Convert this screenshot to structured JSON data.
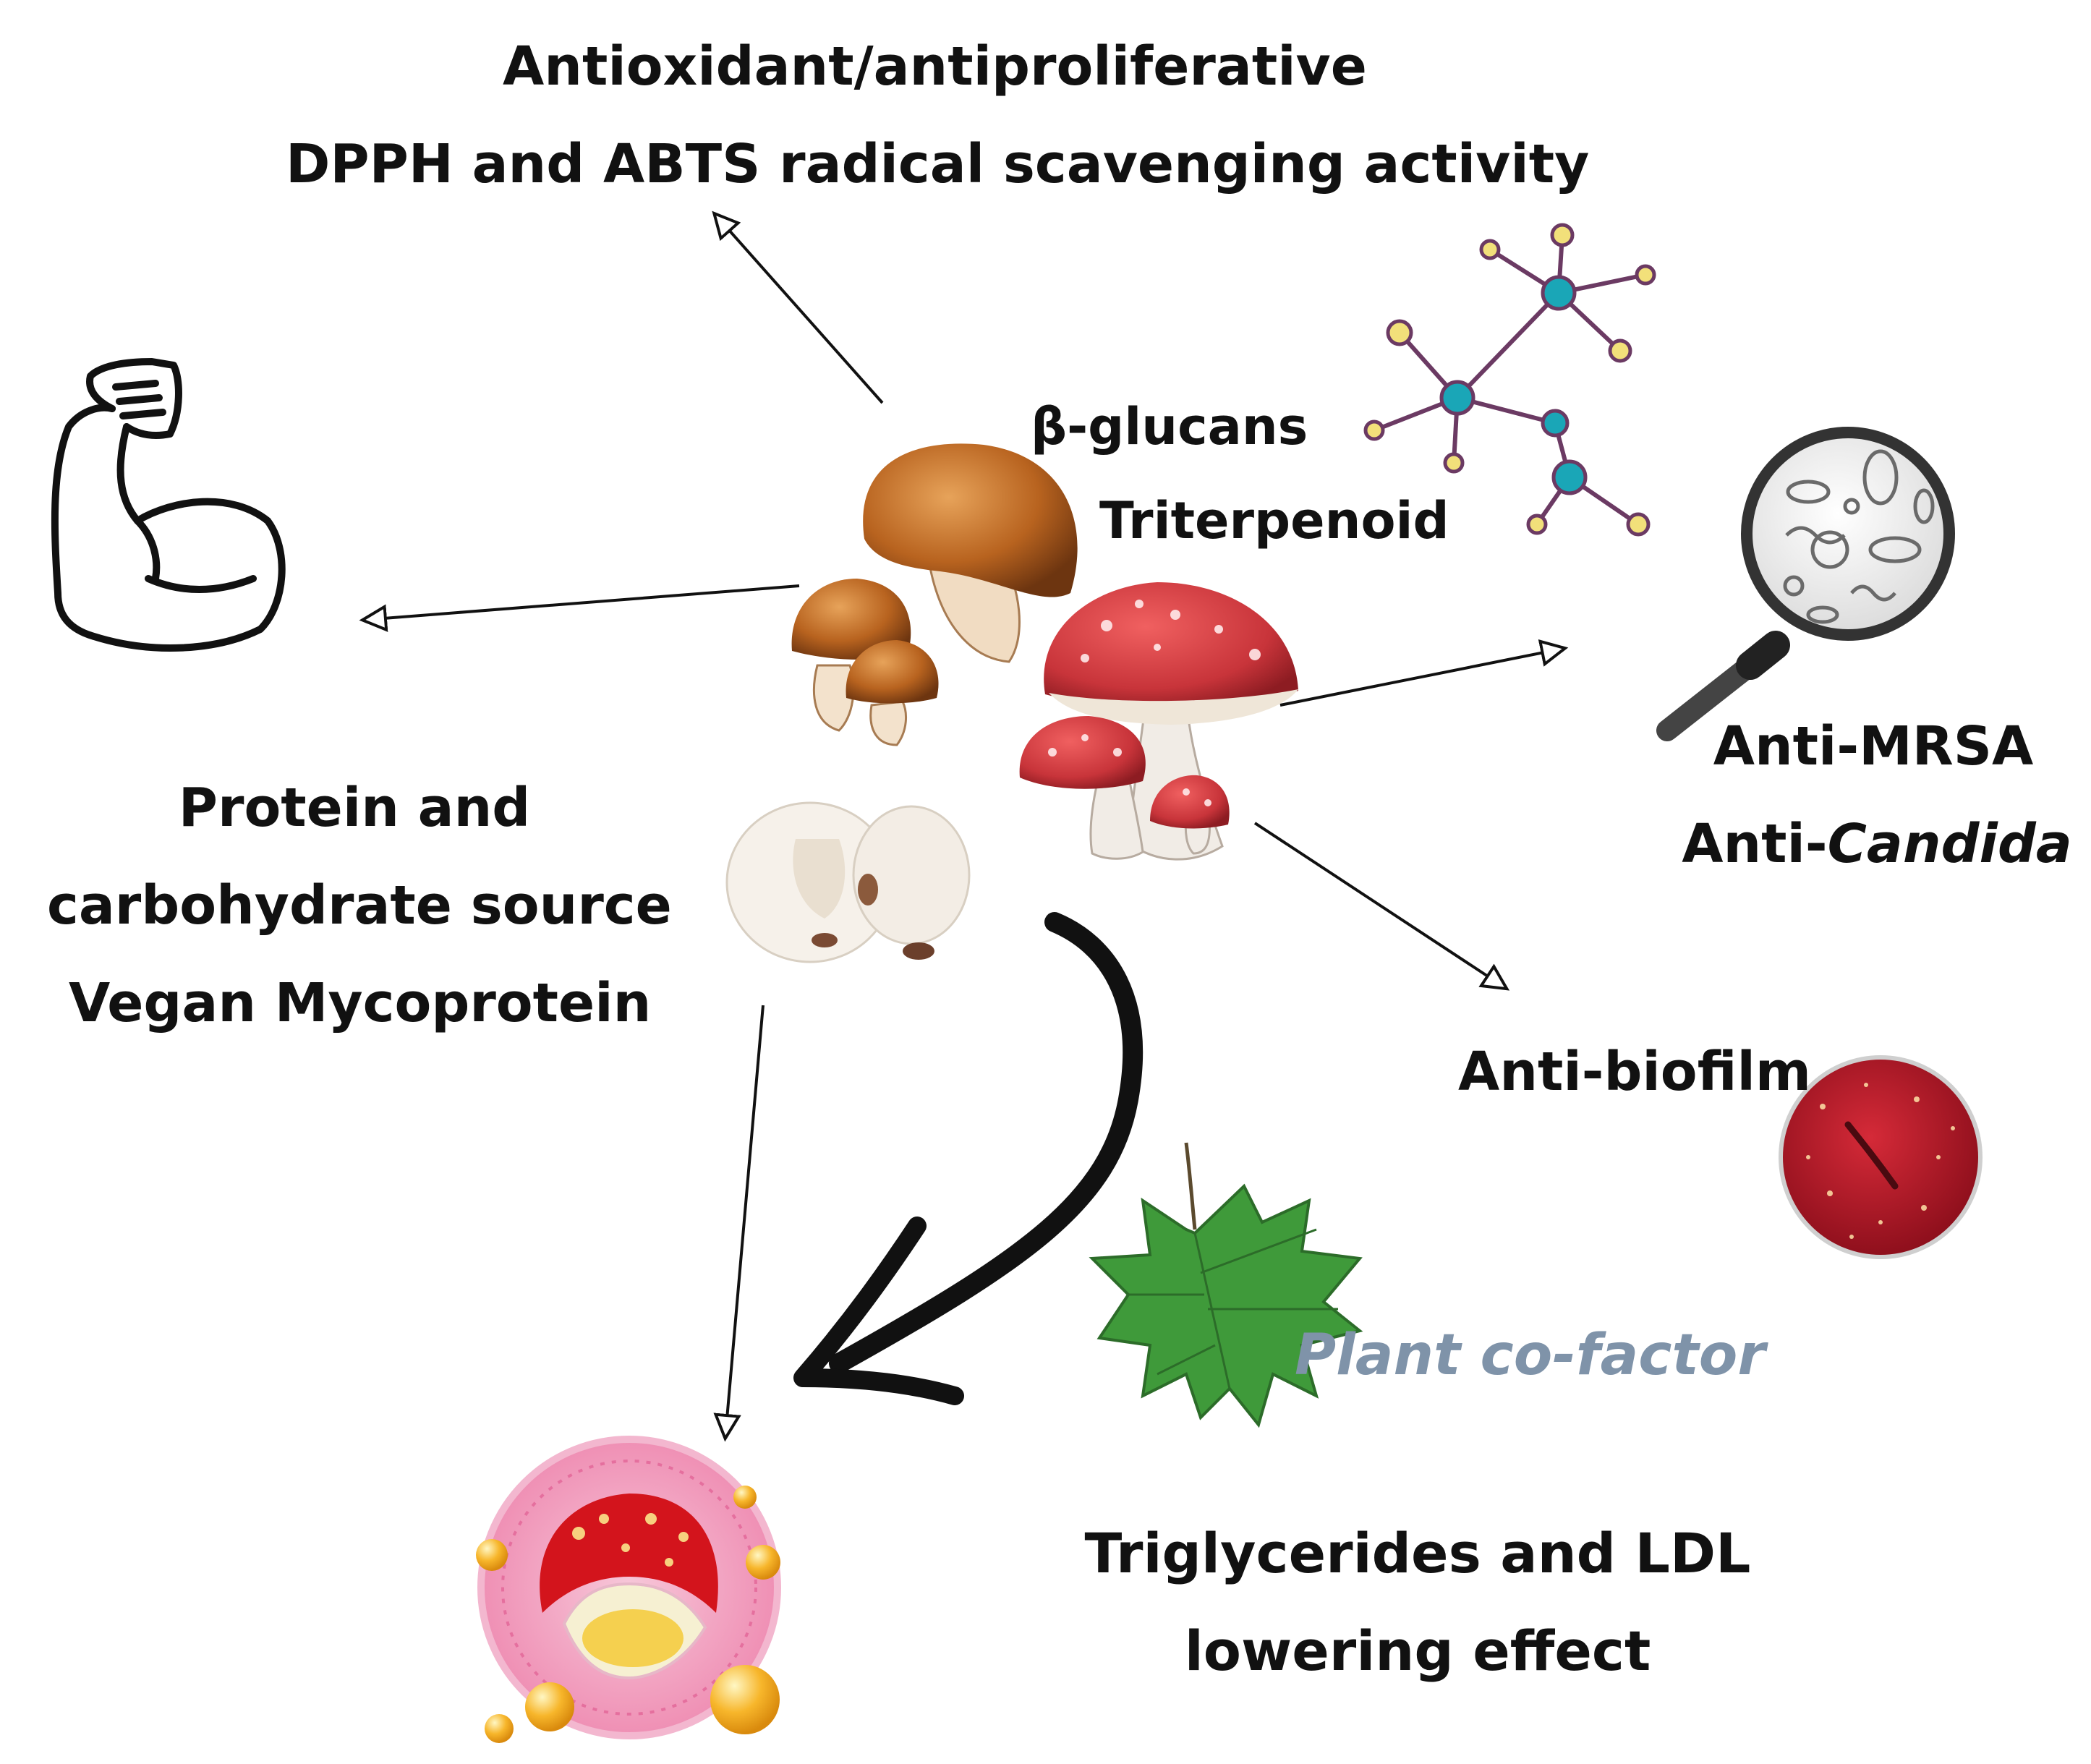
{
  "labels": {
    "antioxidant_line1": "Antioxidant/antiproliferative",
    "antioxidant_line2": "DPPH and ABTS radical scavenging activity",
    "compound_line1": "β-glucans",
    "compound_line2": "Triterpenoid",
    "protein_line1": "Protein and",
    "protein_line2": "carbohydrate source",
    "protein_line3": "Vegan Mycoprotein",
    "antimrsa_line1": "Anti-MRSA",
    "anticandida_prefix": "Anti-",
    "anticandida_italic": "Candida",
    "antibiofilm": "Anti-biofilm",
    "plant_cofactor": "Plant co-factor",
    "lipid_line1": "Triglycerides and LDL",
    "lipid_line2": "lowering effect"
  },
  "icons": {
    "muscle": "flexed-bicep-icon",
    "molecule": "molecule-network-icon",
    "magnifier": "magnifying-glass-microbes-icon",
    "petri": "petri-dish-icon",
    "leaf": "leaf-icon",
    "artery": "artery-cross-section-icon",
    "mushrooms": "mushroom-cluster-icon"
  },
  "colors": {
    "text": "#111111",
    "cofactor": "#7f93a9",
    "molecule_node": "#1aa6b7",
    "molecule_line": "#6b3a63",
    "molecule_tip": "#f2e07a",
    "leaf": "#3f9a3a",
    "petri": "#b3172a",
    "amanita": "#c8343a"
  }
}
